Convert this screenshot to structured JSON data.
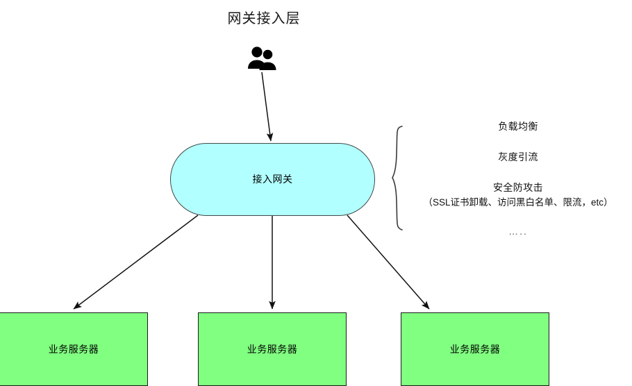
{
  "diagram": {
    "title": "网关接入层",
    "actor": {
      "icon": "users-icon"
    },
    "gateway": {
      "label": "接入网关",
      "fill_color": "#b2ffff",
      "stroke_color": "#3f4a4a",
      "shape": "stadium"
    },
    "services": [
      {
        "label": "业务服务器",
        "fill_color": "#80ff80",
        "stroke_color": "#1a1a1a"
      },
      {
        "label": "业务服务器",
        "fill_color": "#80ff80",
        "stroke_color": "#1a1a1a"
      },
      {
        "label": "业务服务器",
        "fill_color": "#80ff80",
        "stroke_color": "#1a1a1a"
      }
    ],
    "annotations": {
      "brace_icon": "curly-brace-icon",
      "items": [
        "负载均衡",
        "灰度引流",
        "安全防攻击",
        "（SSL证书卸载、访问黑白名单、限流，etc）",
        "….."
      ]
    },
    "edges": [
      {
        "from": "users",
        "to": "gateway"
      },
      {
        "from": "gateway",
        "to": "service-1"
      },
      {
        "from": "gateway",
        "to": "service-2"
      },
      {
        "from": "gateway",
        "to": "service-3"
      }
    ]
  }
}
